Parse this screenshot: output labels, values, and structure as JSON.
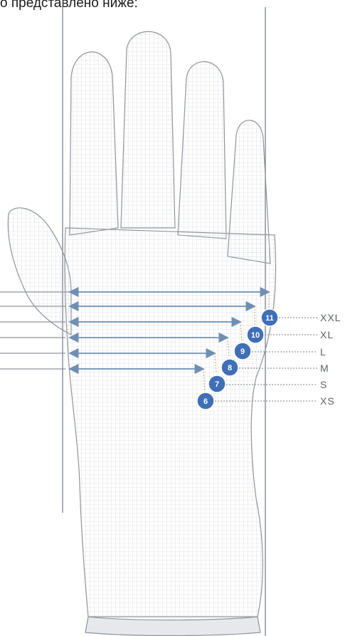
{
  "caption": "о представлено ниже:",
  "colors": {
    "badge": "#3f6fb6",
    "arrow": "#6f8fb4",
    "mesh": "#c9cdd2",
    "outline": "#8f949a",
    "label": "#5a5f66"
  },
  "sizes": [
    {
      "number": "11",
      "label": "XXL"
    },
    {
      "number": "10",
      "label": "XL"
    },
    {
      "number": "9",
      "label": "L"
    },
    {
      "number": "8",
      "label": "M"
    },
    {
      "number": "7",
      "label": "S"
    },
    {
      "number": "6",
      "label": "XS"
    }
  ]
}
